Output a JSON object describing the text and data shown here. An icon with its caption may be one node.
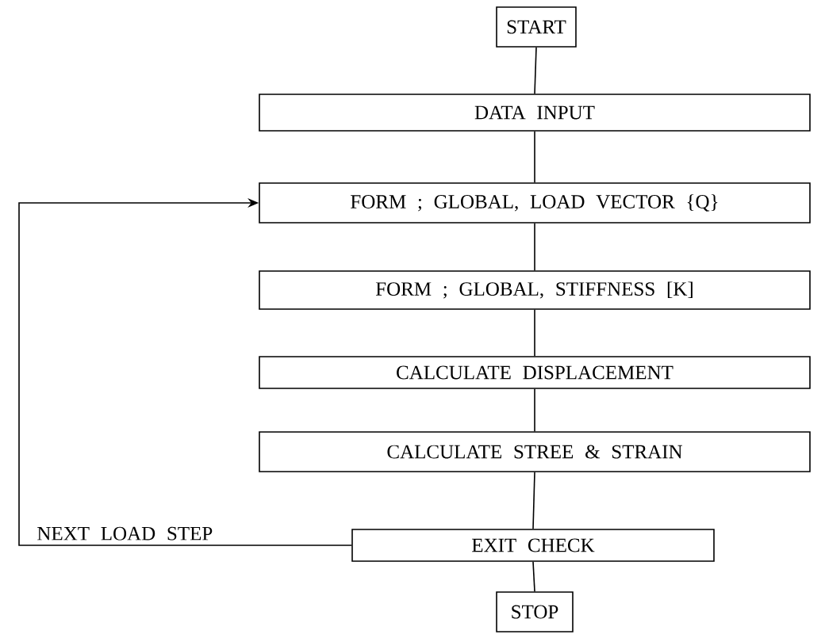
{
  "diagram": {
    "nodes": [
      {
        "text": [
          "START"
        ]
      },
      {
        "text": [
          "DATA INPUT"
        ]
      },
      {
        "text": [
          "FORM ; GLOBAL, LOAD VECTOR {Q}"
        ]
      },
      {
        "text": [
          "FORM ; GLOBAL, STIFFNESS [K]"
        ]
      },
      {
        "text": [
          "CALCULATE DISPLACEMENT"
        ]
      },
      {
        "text": [
          "CALCULATE STREE & STRAIN"
        ]
      },
      {
        "text": [
          "EXIT CHECK"
        ]
      },
      {
        "text": [
          "STOP"
        ]
      }
    ],
    "edges": [
      {
        "from": 0,
        "to": 1,
        "arrow": "none"
      },
      {
        "from": 1,
        "to": 2,
        "arrow": "none"
      },
      {
        "from": 2,
        "to": 3,
        "arrow": "none"
      },
      {
        "from": 3,
        "to": 4,
        "arrow": "none"
      },
      {
        "from": 4,
        "to": 5,
        "arrow": "none"
      },
      {
        "from": 5,
        "to": 6,
        "arrow": "none"
      },
      {
        "from": 6,
        "to": 7,
        "arrow": "none"
      },
      {
        "from": 6,
        "to": 2,
        "arrow": "to",
        "label": "NEXT LOAD STEP"
      }
    ]
  }
}
